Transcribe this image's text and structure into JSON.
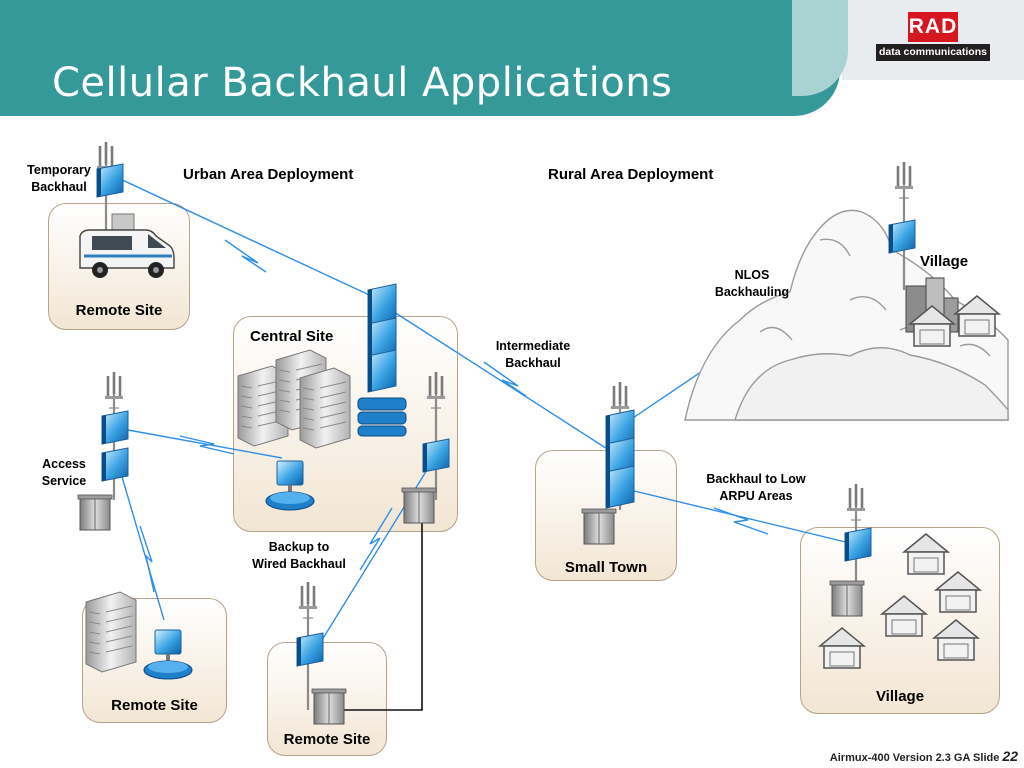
{
  "slide": {
    "title": "Cellular Backhaul Applications",
    "footer": "Airmux-400 Version 2.3 GA  Slide",
    "slide_number": "22"
  },
  "logo": {
    "brand": "RAD",
    "tagline": "data communications"
  },
  "sections": {
    "urban": "Urban Area Deployment",
    "rural": "Rural Area Deployment"
  },
  "sites": {
    "remote_top": "Remote Site",
    "central": "Central Site",
    "remote_bottom_left": "Remote Site",
    "remote_bottom": "Remote Site",
    "small_town": "Small Town",
    "village_bottom": "Village",
    "village_top": "Village"
  },
  "links": {
    "temporary": [
      "Temporary",
      "Backhaul"
    ],
    "access": [
      "Access",
      "Service"
    ],
    "backup": [
      "Backup to",
      "Wired Backhaul"
    ],
    "intermediate": [
      "Intermediate",
      "Backhaul"
    ],
    "nlos": [
      "NLOS",
      "Backhauling"
    ],
    "low_arpu": [
      "Backhaul to Low",
      "ARPU Areas"
    ]
  },
  "colors": {
    "header": "#35999a",
    "link": "#2f8fe6",
    "logo_red": "#d6171f"
  }
}
